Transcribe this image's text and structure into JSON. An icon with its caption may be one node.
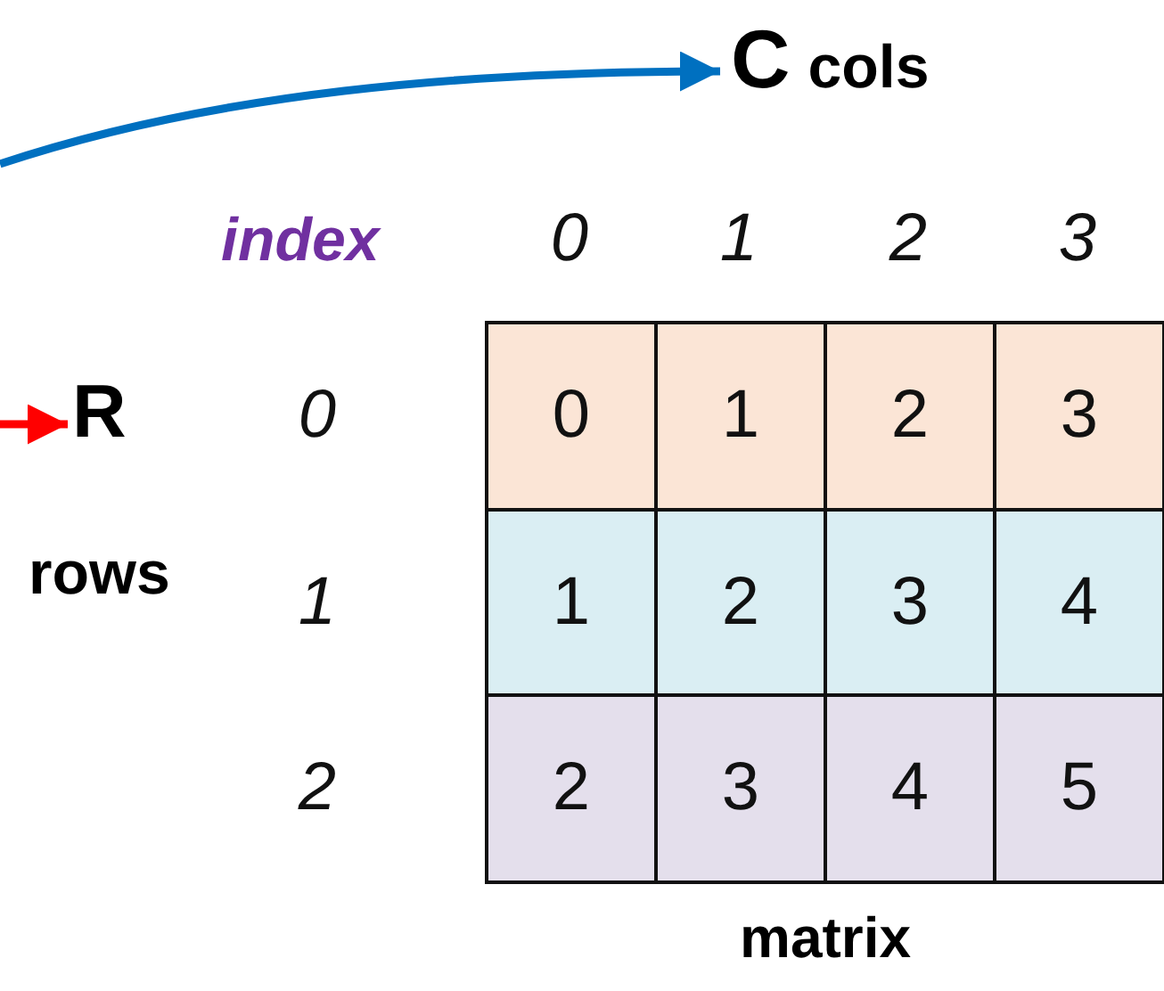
{
  "diagram": {
    "nodes": [
      {
        "text": [
          "C",
          "cols"
        ]
      },
      {
        "text": [
          "R",
          "rows"
        ]
      }
    ],
    "edges": [
      {
        "from": null,
        "to": 0,
        "arrow": "to",
        "color": "#0070c0"
      },
      {
        "from": null,
        "to": 1,
        "arrow": "to",
        "color": "#ff0000"
      }
    ],
    "labels": [
      "index",
      "0",
      "1",
      "2",
      "3",
      "0",
      "0",
      "1",
      "2",
      "3",
      "1",
      "1",
      "2",
      "3",
      "4",
      "2",
      "2",
      "3",
      "4",
      "5",
      "matrix"
    ]
  }
}
